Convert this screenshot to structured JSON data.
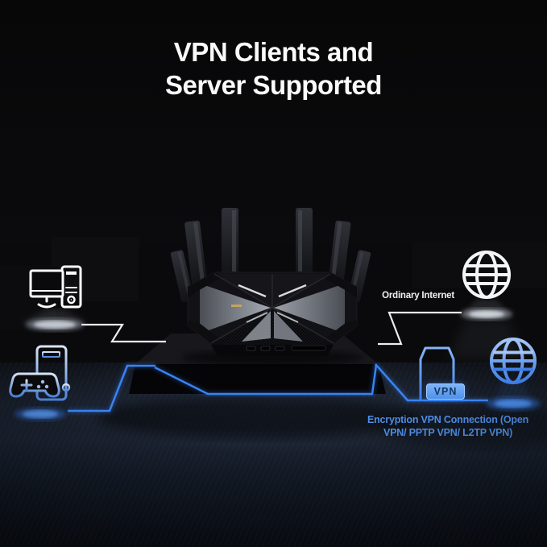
{
  "header": {
    "title_line1": "VPN Clients and",
    "title_line2": "Server Supported"
  },
  "diagram": {
    "left_devices": {
      "desktop_pc": {
        "icon": "desktop-computer-icon",
        "color": "#ffffff"
      },
      "gaming_pc": {
        "icon": "gaming-pc-with-controller-icon",
        "color": "#5b8dd9"
      }
    },
    "center": {
      "router": {
        "icon": "wifi-router",
        "platform": "router-platform",
        "brand_mark": "gold-logo-mark"
      }
    },
    "right_devices": {
      "ordinary_internet": {
        "label": "Ordinary Internet",
        "icon": "globe-icon"
      },
      "vpn_server": {
        "icon": "vpn-server-icon",
        "badge_label": "VPN"
      },
      "vpn_internet": {
        "icon": "globe-icon"
      }
    },
    "caption": {
      "line1": "Encryption VPN Connection (Open",
      "line2": "VPN/ PPTP VPN/ L2TP VPN)"
    }
  },
  "colors": {
    "background": "#0a0a0c",
    "accent_blue": "#3b82f2",
    "line_white": "#ededf0",
    "caption_text": "#4d8de4",
    "badge_fill": "#5f9df4",
    "badge_text": "#16365f",
    "title_text": "#fafafa",
    "brand_mark_gold": "#c3a45e"
  }
}
